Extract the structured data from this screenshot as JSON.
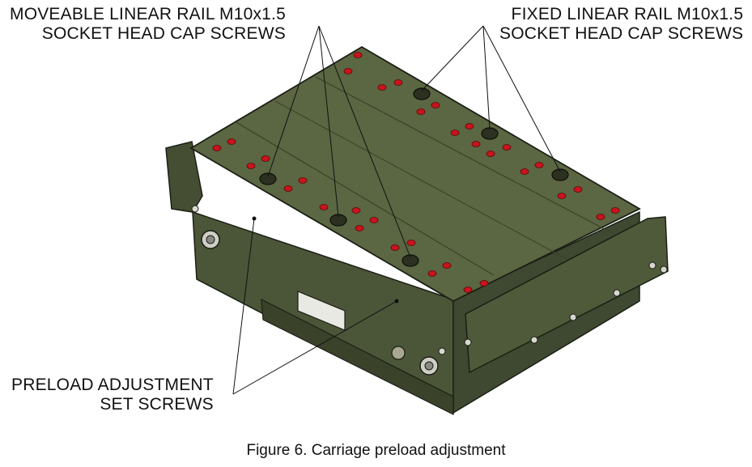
{
  "callouts": {
    "moveable_rail": {
      "line1": "MOVEABLE LINEAR RAIL M10x1.5",
      "line2": "SOCKET HEAD CAP SCREWS"
    },
    "fixed_rail": {
      "line1": "FIXED LINEAR RAIL M10x1.5",
      "line2": "SOCKET HEAD CAP SCREWS"
    },
    "preload": {
      "line1": "PRELOAD ADJUSTMENT",
      "line2": "SET SCREWS"
    }
  },
  "caption": "Figure 6. Carriage preload adjustment",
  "colors": {
    "body_green": "#4b5538",
    "top_green": "#5b6642",
    "dark_green": "#3a4229",
    "hole_red": "#c8141c",
    "outline": "#1b1f14",
    "leader": "#111111"
  }
}
